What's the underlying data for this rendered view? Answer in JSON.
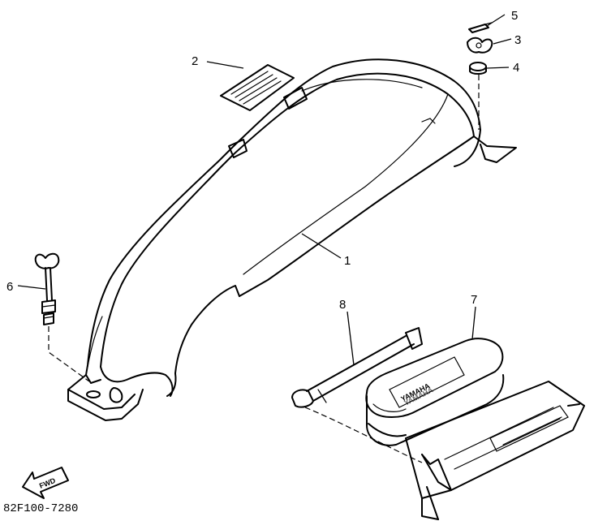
{
  "callouts": {
    "c1": "1",
    "c2": "2",
    "c3": "3",
    "c4": "4",
    "c5": "5",
    "c6": "6",
    "c7": "7",
    "c8": "8"
  },
  "fwd_label": "FWD",
  "tank_label": "YAMAHA",
  "drawing_number": "82F100-7280"
}
